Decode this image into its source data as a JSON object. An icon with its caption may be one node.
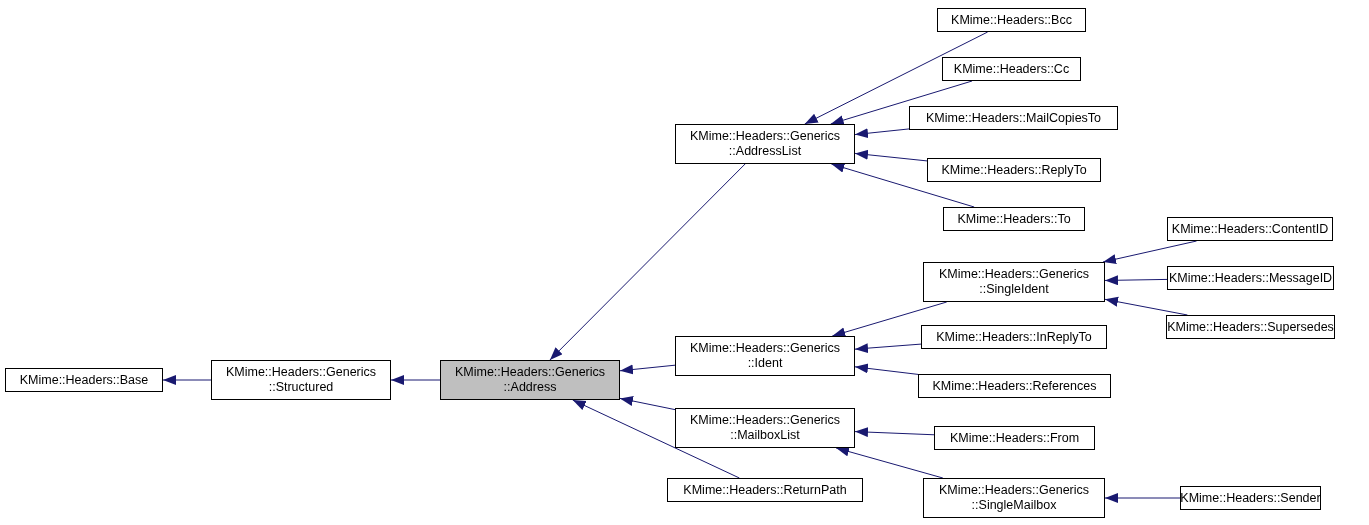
{
  "diagram": {
    "nodes": [
      {
        "text": [
          "KMime::Headers::Base"
        ]
      },
      {
        "text": [
          "KMime::Headers::Generics ::Structured"
        ]
      },
      {
        "text": [
          "KMime::Headers::Generics ::Address"
        ]
      },
      {
        "text": [
          "KMime::Headers::Generics ::AddressList"
        ]
      },
      {
        "text": [
          "KMime::Headers::Generics ::Ident"
        ]
      },
      {
        "text": [
          "KMime::Headers::Generics ::MailboxList"
        ]
      },
      {
        "text": [
          "KMime::Headers::ReturnPath"
        ]
      },
      {
        "text": [
          "KMime::Headers::Bcc"
        ]
      },
      {
        "text": [
          "KMime::Headers::Cc"
        ]
      },
      {
        "text": [
          "KMime::Headers::MailCopiesTo"
        ]
      },
      {
        "text": [
          "KMime::Headers::ReplyTo"
        ]
      },
      {
        "text": [
          "KMime::Headers::To"
        ]
      },
      {
        "text": [
          "KMime::Headers::Generics ::SingleIdent"
        ]
      },
      {
        "text": [
          "KMime::Headers::InReplyTo"
        ]
      },
      {
        "text": [
          "KMime::Headers::References"
        ]
      },
      {
        "text": [
          "KMime::Headers::From"
        ]
      },
      {
        "text": [
          "KMime::Headers::Generics ::SingleMailbox"
        ]
      },
      {
        "text": [
          "KMime::Headers::ContentID"
        ]
      },
      {
        "text": [
          "KMime::Headers::MessageID"
        ]
      },
      {
        "text": [
          "KMime::Headers::Supersedes"
        ]
      },
      {
        "text": [
          "KMime::Headers::Sender"
        ]
      }
    ],
    "edges": [
      {
        "from": 1,
        "to": 0,
        "arrow": "to"
      },
      {
        "from": 2,
        "to": 1,
        "arrow": "to"
      },
      {
        "from": 3,
        "to": 2,
        "arrow": "to"
      },
      {
        "from": 4,
        "to": 2,
        "arrow": "to"
      },
      {
        "from": 5,
        "to": 2,
        "arrow": "to"
      },
      {
        "from": 6,
        "to": 2,
        "arrow": "to"
      },
      {
        "from": 7,
        "to": 3,
        "arrow": "to"
      },
      {
        "from": 8,
        "to": 3,
        "arrow": "to"
      },
      {
        "from": 9,
        "to": 3,
        "arrow": "to"
      },
      {
        "from": 10,
        "to": 3,
        "arrow": "to"
      },
      {
        "from": 11,
        "to": 3,
        "arrow": "to"
      },
      {
        "from": 12,
        "to": 4,
        "arrow": "to"
      },
      {
        "from": 13,
        "to": 4,
        "arrow": "to"
      },
      {
        "from": 14,
        "to": 4,
        "arrow": "to"
      },
      {
        "from": 15,
        "to": 5,
        "arrow": "to"
      },
      {
        "from": 16,
        "to": 5,
        "arrow": "to"
      },
      {
        "from": 17,
        "to": 12,
        "arrow": "to"
      },
      {
        "from": 18,
        "to": 12,
        "arrow": "to"
      },
      {
        "from": 19,
        "to": 12,
        "arrow": "to"
      },
      {
        "from": 20,
        "to": 16,
        "arrow": "to"
      }
    ]
  }
}
